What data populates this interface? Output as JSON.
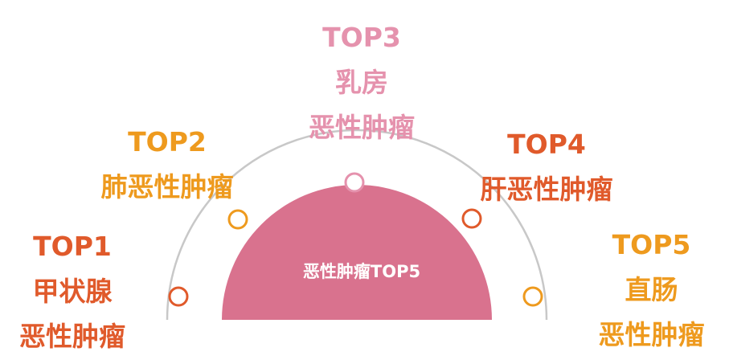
{
  "center": {
    "label": "恶性肿瘤TOP5",
    "color": "#d9728e"
  },
  "arc_color": "#c8c8c8",
  "items": [
    {
      "rank": "TOP1",
      "lines": [
        "甲状腺",
        "恶性肿瘤"
      ],
      "color": "#e05a2b"
    },
    {
      "rank": "TOP2",
      "lines": [
        "肺恶性肿瘤"
      ],
      "color": "#ee9a1e"
    },
    {
      "rank": "TOP3",
      "lines": [
        "乳房",
        "恶性肿瘤"
      ],
      "color": "#e592ad"
    },
    {
      "rank": "TOP4",
      "lines": [
        "肝恶性肿瘤"
      ],
      "color": "#e05a2b"
    },
    {
      "rank": "TOP5",
      "lines": [
        "直肠",
        "恶性肿瘤"
      ],
      "color": "#ee9a1e"
    }
  ]
}
